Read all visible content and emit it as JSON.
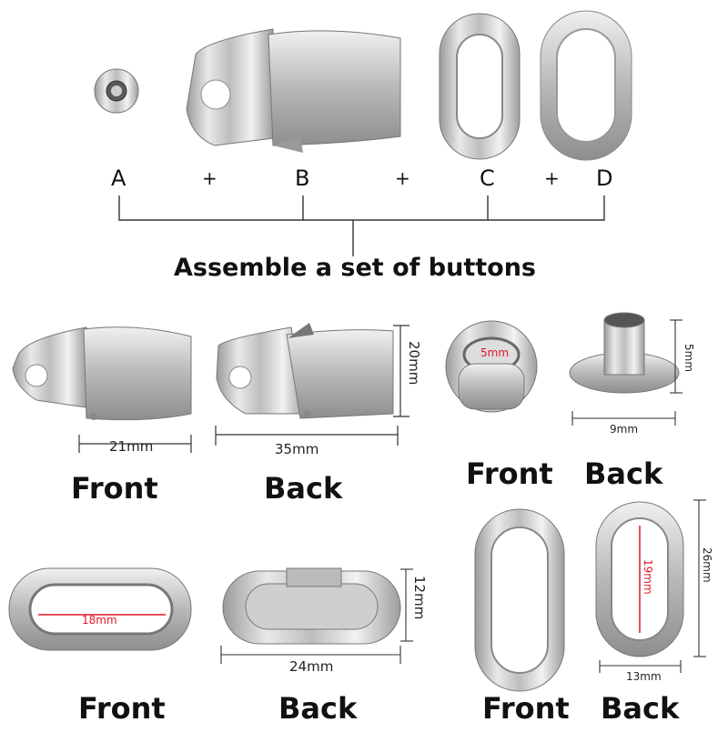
{
  "assembly": {
    "letters": [
      "A",
      "B",
      "C",
      "D"
    ],
    "plus": "+",
    "title": "Assemble a set of buttons"
  },
  "clip": {
    "front_label": "Front",
    "back_label": "Back",
    "front_width": "21mm",
    "back_width": "35mm",
    "back_height": "20mm"
  },
  "eyelet": {
    "front_label": "Front",
    "back_label": "Back",
    "inner_diameter": "5mm",
    "height": "5mm",
    "width": "9mm"
  },
  "small_oval": {
    "front_label": "Front",
    "back_label": "Back",
    "inner_length": "18mm",
    "width": "24mm",
    "height": "12mm"
  },
  "large_oval": {
    "front_label": "Front",
    "back_label": "Back",
    "inner_length": "19mm",
    "height": "26mm",
    "width": "13mm"
  },
  "colors": {
    "metal_light": "#e8e8e8",
    "metal_dark": "#8a8a8a",
    "dimension_red": "#e0152a",
    "line": "#333333"
  }
}
